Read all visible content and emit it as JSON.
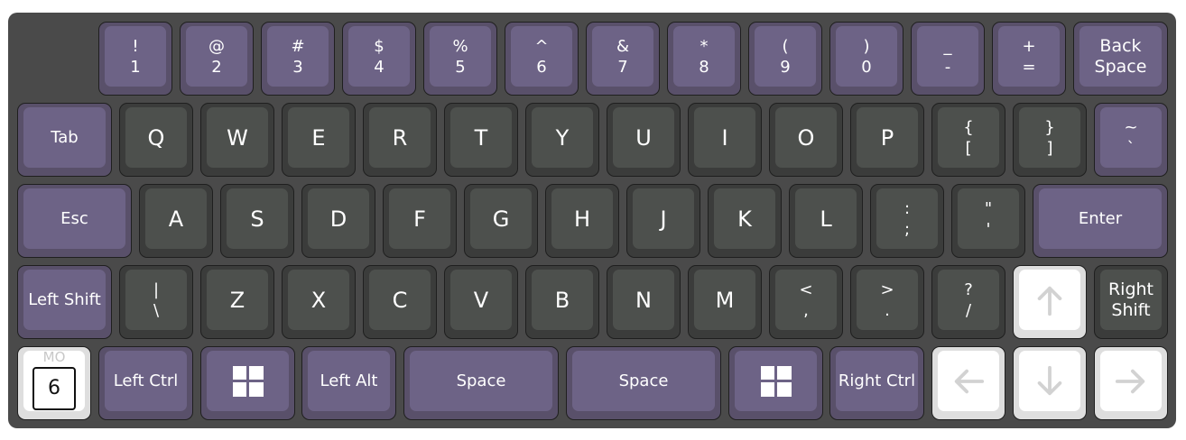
{
  "keyboard": {
    "row1": [
      {
        "shift": "!",
        "base": "1"
      },
      {
        "shift": "@",
        "base": "2"
      },
      {
        "shift": "#",
        "base": "3"
      },
      {
        "shift": "$",
        "base": "4"
      },
      {
        "shift": "%",
        "base": "5"
      },
      {
        "shift": "^",
        "base": "6"
      },
      {
        "shift": "&",
        "base": "7"
      },
      {
        "shift": "*",
        "base": "8"
      },
      {
        "shift": "(",
        "base": "9"
      },
      {
        "shift": ")",
        "base": "0"
      },
      {
        "shift": "_",
        "base": "-"
      },
      {
        "shift": "+",
        "base": "="
      },
      {
        "shift": "Back",
        "base": "Space"
      }
    ],
    "row2": {
      "tab": "Tab",
      "letters": [
        "Q",
        "W",
        "E",
        "R",
        "T",
        "Y",
        "U",
        "I",
        "O",
        "P"
      ],
      "lbrace": {
        "shift": "{",
        "base": "["
      },
      "rbrace": {
        "shift": "}",
        "base": "]"
      },
      "tilde": {
        "shift": "~",
        "base": "`"
      }
    },
    "row3": {
      "esc": "Esc",
      "letters": [
        "A",
        "S",
        "D",
        "F",
        "G",
        "H",
        "J",
        "K",
        "L"
      ],
      "semicolon": {
        "shift": ":",
        "base": ";"
      },
      "quote": {
        "shift": "\"",
        "base": "'"
      },
      "enter": "Enter"
    },
    "row4": {
      "left_shift": "Left Shift",
      "backslash": {
        "shift": "|",
        "base": "\\"
      },
      "letters": [
        "Z",
        "X",
        "C",
        "V",
        "B",
        "N",
        "M"
      ],
      "comma": {
        "shift": "<",
        "base": ","
      },
      "period": {
        "shift": ">",
        "base": "."
      },
      "slash": {
        "shift": "?",
        "base": "/"
      },
      "right_shift": {
        "top": "Right",
        "bottom": "Shift"
      }
    },
    "row5": {
      "mo_label": "MO",
      "mo_layer": "6",
      "left_ctrl": "Left Ctrl",
      "left_alt": "Left Alt",
      "space1": "Space",
      "space2": "Space",
      "right_ctrl": "Right Ctrl"
    },
    "colors": {
      "frame": "#4a4a4a",
      "dark_key": "#4d504d",
      "purple_key": "#6d6386",
      "white_key": "#ffffff",
      "arrow": "#d2d2d2"
    },
    "icons": [
      "windows-logo-icon",
      "arrow-up-icon",
      "arrow-left-icon",
      "arrow-down-icon",
      "arrow-right-icon"
    ]
  }
}
